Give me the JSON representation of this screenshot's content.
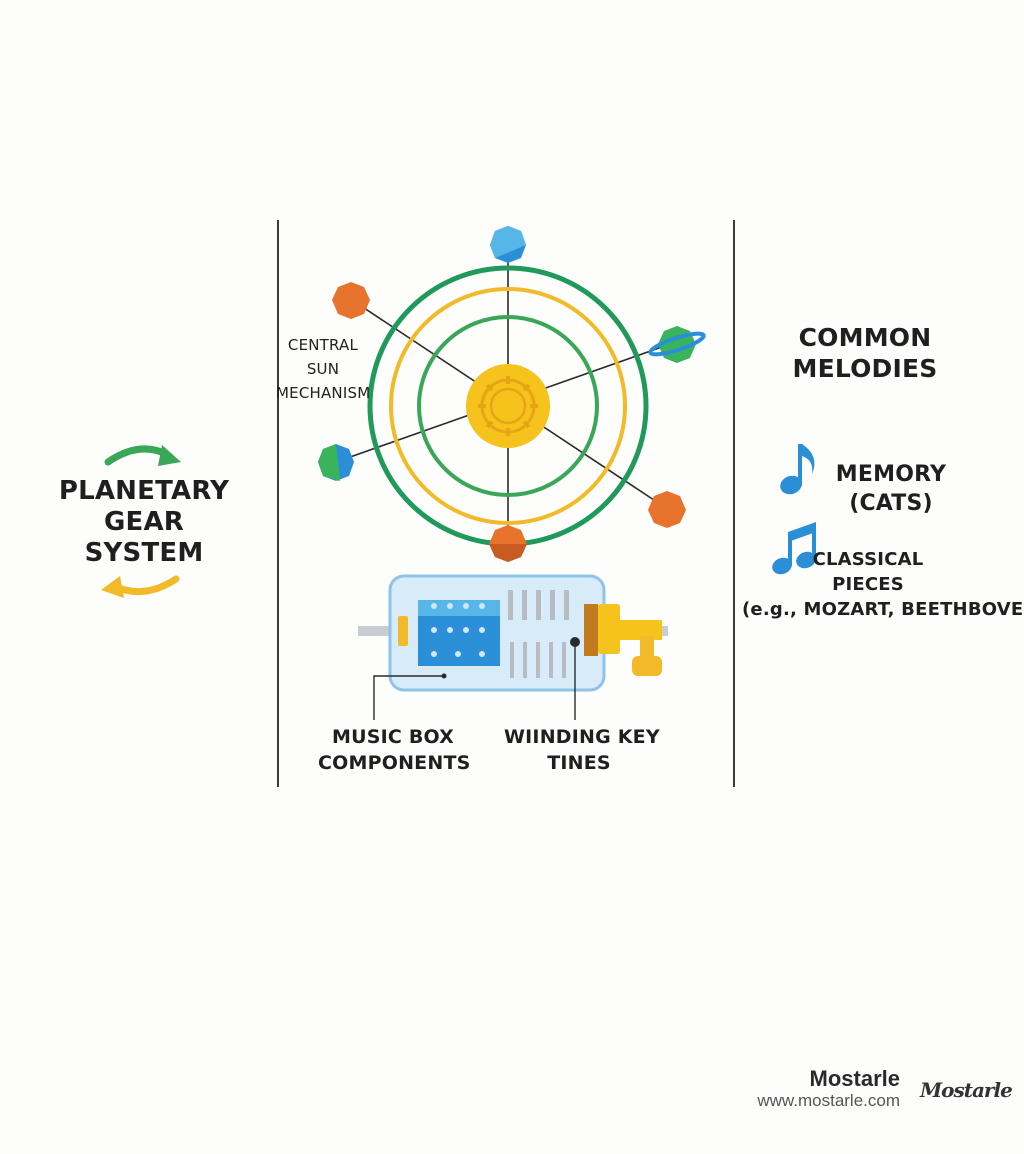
{
  "left_panel": {
    "title_lines": [
      "PLANETARY",
      "GEAR",
      "SYSTEM"
    ],
    "arrow_top_color": "#3aa657",
    "arrow_bottom_color": "#f2b928"
  },
  "center_panel": {
    "sun_label_lines": [
      "CENTRAL",
      "SUN",
      "MECHANISM"
    ],
    "music_box_label_lines": [
      "MUSIC BOX",
      "COMPONENTS"
    ],
    "winding_label_lines": [
      "WIINDING KEY",
      "TINES"
    ],
    "colors": {
      "outer_ring": "#1f9a5a",
      "middle_ring": "#f2b928",
      "inner_ring": "#3aa657",
      "sun": "#f6c21c",
      "planet_orange": "#e8732c",
      "planet_blue": "#2b8fd8",
      "planet_green": "#3ab45a"
    }
  },
  "right_panel": {
    "title_lines": [
      "COMMON",
      "MELODIES"
    ],
    "items": [
      {
        "icon": "eighth-note-icon",
        "lines": [
          "MEMORY",
          "(CATS)"
        ]
      },
      {
        "icon": "beamed-notes-icon",
        "lines": [
          "CLASSICAL",
          "PIECES",
          "(e.g., MOZART, BEETHBOVEN)"
        ]
      }
    ],
    "note_color": "#2b8fd8"
  },
  "branding": {
    "name": "Mostarle",
    "url": "www.mostarle.com",
    "signature": "Mostarle"
  }
}
